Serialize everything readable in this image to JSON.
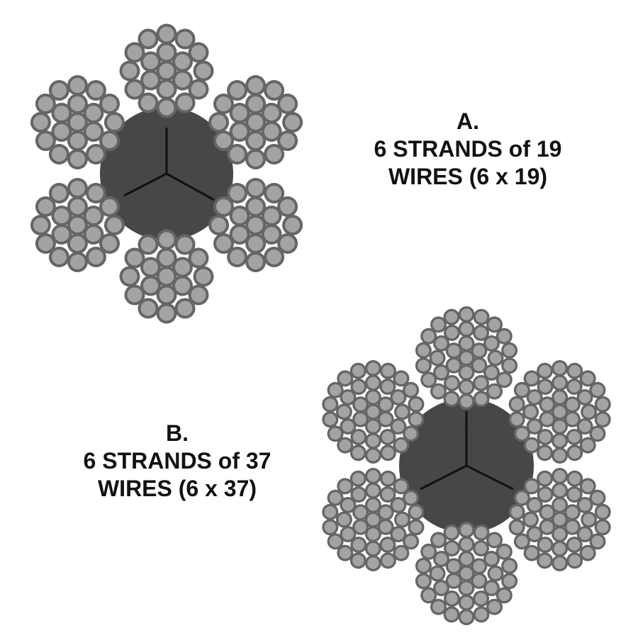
{
  "figures": [
    {
      "letter": "A.",
      "line1": "6 STRANDS of 19",
      "line2": "WIRES (6 x 19)",
      "strands": 6,
      "wires_per_strand": 19
    },
    {
      "letter": "B.",
      "line1": "6 STRANDS of 37",
      "line2": "WIRES (6 x 37)",
      "strands": 6,
      "wires_per_strand": 37
    }
  ],
  "colors": {
    "background": "#ffffff",
    "wire_fill": "#a3a3a3",
    "wire_outline": "#656565",
    "core_fill": "#4a4a4a",
    "core_lines": "#111111",
    "text": "#111111"
  }
}
